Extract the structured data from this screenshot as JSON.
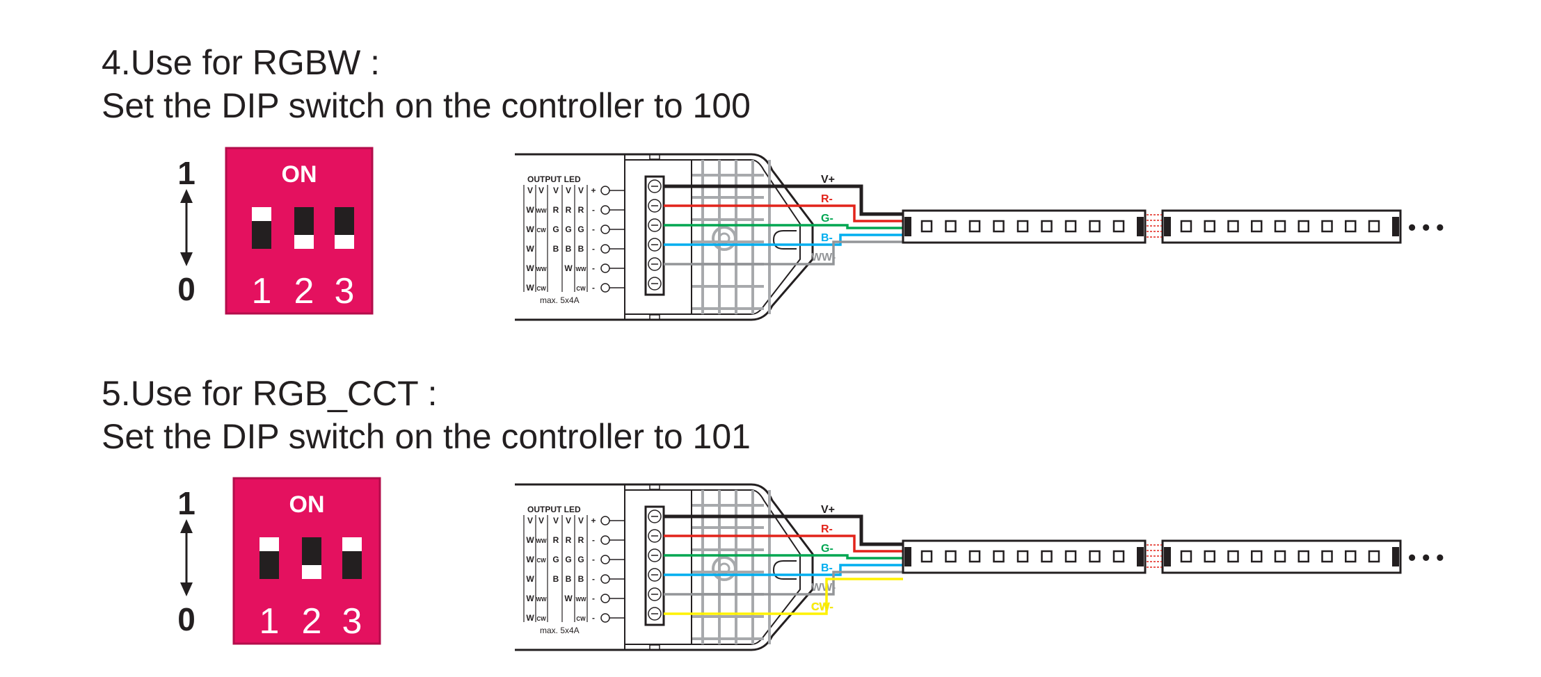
{
  "sections": [
    {
      "title": "4.Use for RGBW :",
      "subtitle": "Set the DIP switch on the controller to 100",
      "dip": {
        "on_label": "ON",
        "numbers": [
          "1",
          "2",
          "3"
        ],
        "high_label": "1",
        "low_label": "0",
        "positions": [
          1,
          0,
          0
        ]
      },
      "controller": {
        "header": "OUTPUT LED",
        "table": [
          [
            "V",
            "V",
            "V",
            "V",
            "V",
            "+"
          ],
          [
            "W",
            "WW",
            "R",
            "R",
            "R",
            "-"
          ],
          [
            "W",
            "CW",
            "G",
            "G",
            "G",
            "-"
          ],
          [
            "W",
            "",
            "B",
            "B",
            "B",
            "-"
          ],
          [
            "W",
            "WW",
            "",
            "W",
            "WW",
            "-"
          ],
          [
            "W",
            "CW",
            "",
            "",
            "CW",
            "-"
          ]
        ],
        "rating": "max. 5x4A"
      },
      "wires": [
        {
          "label": "V+",
          "color": "#231f20"
        },
        {
          "label": "R-",
          "color": "#e2231a"
        },
        {
          "label": "G-",
          "color": "#00a651"
        },
        {
          "label": "B-",
          "color": "#00aeef"
        },
        {
          "label": "WW-",
          "color": "#939598"
        }
      ]
    },
    {
      "title": "5.Use for RGB_CCT :",
      "subtitle": "Set the DIP switch on the controller to 101",
      "dip": {
        "on_label": "ON",
        "numbers": [
          "1",
          "2",
          "3"
        ],
        "high_label": "1",
        "low_label": "0",
        "positions": [
          1,
          0,
          1
        ]
      },
      "controller": {
        "header": "OUTPUT LED",
        "table": [
          [
            "V",
            "V",
            "V",
            "V",
            "V",
            "+"
          ],
          [
            "W",
            "WW",
            "R",
            "R",
            "R",
            "-"
          ],
          [
            "W",
            "CW",
            "G",
            "G",
            "G",
            "-"
          ],
          [
            "W",
            "",
            "B",
            "B",
            "B",
            "-"
          ],
          [
            "W",
            "WW",
            "",
            "W",
            "WW",
            "-"
          ],
          [
            "W",
            "CW",
            "",
            "",
            "CW",
            "-"
          ]
        ],
        "rating": "max. 5x4A"
      },
      "wires": [
        {
          "label": "V+",
          "color": "#231f20"
        },
        {
          "label": "R-",
          "color": "#e2231a"
        },
        {
          "label": "G-",
          "color": "#00a651"
        },
        {
          "label": "B-",
          "color": "#00aeef"
        },
        {
          "label": "WW-",
          "color": "#939598"
        },
        {
          "label": "CW-",
          "color": "#fff200"
        }
      ]
    }
  ],
  "colors": {
    "dip_body": "#e4115f"
  },
  "continuation": "• • •"
}
